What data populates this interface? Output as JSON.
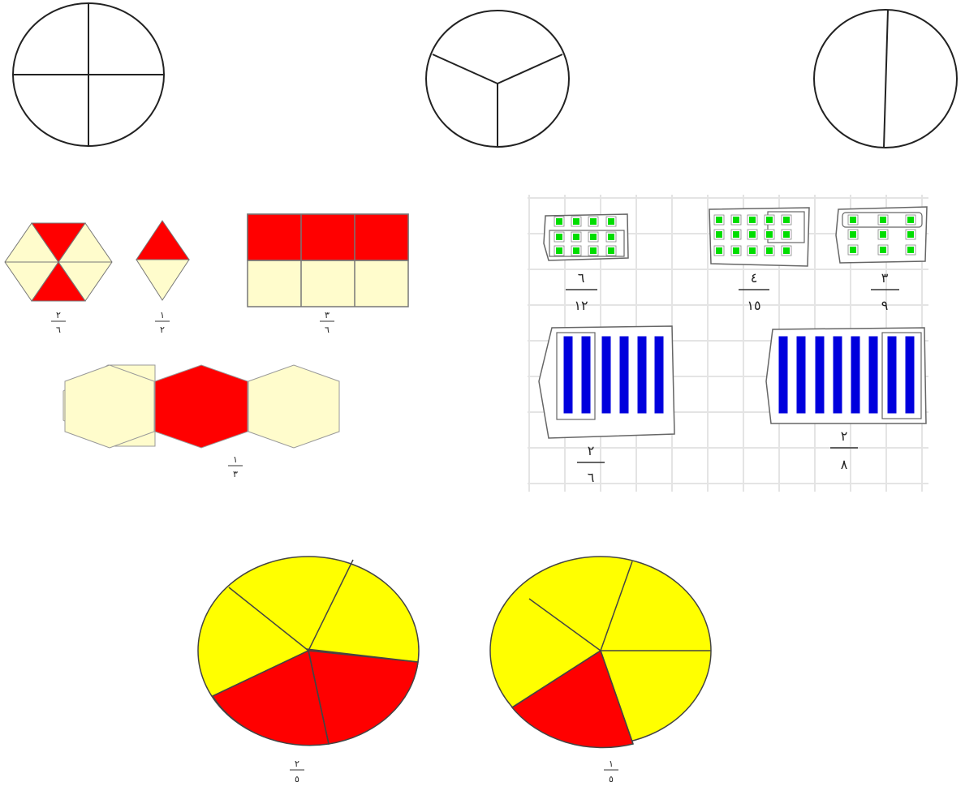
{
  "colors": {
    "red": "#ff0000",
    "cream": "#fffccc",
    "yellow": "#ffff00",
    "green": "#00dd00",
    "blue": "#0000dd",
    "outline": "#333333",
    "grid": "#e6e6e6"
  },
  "top_circles": [
    {
      "name": "circle-quarters",
      "parts": 4
    },
    {
      "name": "circle-thirds",
      "parts": 3
    },
    {
      "name": "circle-halves",
      "parts": 2
    }
  ],
  "left_panel": {
    "hexagon_triangles": {
      "numerator": "٢",
      "denominator": "٦",
      "shaded_parts": 2,
      "total_parts": 6
    },
    "rhombus": {
      "numerator": "١",
      "denominator": "٢",
      "shaded_parts": 1,
      "total_parts": 2
    },
    "rectangle": {
      "numerator": "٣",
      "denominator": "٦",
      "shaded_parts": 3,
      "total_parts": 6
    },
    "hexagon_row": {
      "numerator": "١",
      "denominator": "٣",
      "shaded_parts": 1,
      "total_parts": 3
    }
  },
  "right_panel": {
    "dots_a": {
      "numerator": "٦",
      "denominator": "١٢"
    },
    "dots_b": {
      "numerator": "٤",
      "denominator": "١٥"
    },
    "dots_c": {
      "numerator": "٣",
      "denominator": "٩"
    },
    "bars_a": {
      "numerator": "٢",
      "denominator": "٦"
    },
    "bars_b": {
      "numerator": "٢",
      "denominator": "٨"
    }
  },
  "bottom_pies": [
    {
      "name": "pie-two-fifths",
      "numerator": "٢",
      "denominator": "٥",
      "shaded_parts": 2,
      "total_parts": 5
    },
    {
      "name": "pie-one-fifth",
      "numerator": "١",
      "denominator": "٥",
      "shaded_parts": 1,
      "total_parts": 5
    }
  ]
}
